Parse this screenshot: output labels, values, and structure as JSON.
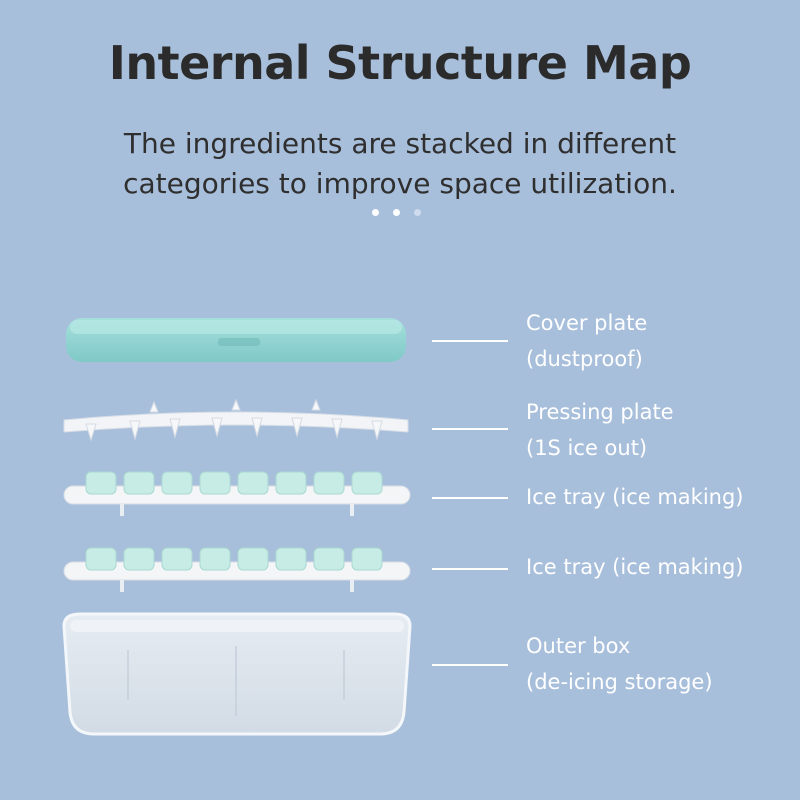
{
  "header": {
    "title": "Internal Structure Map",
    "subtitle": "The ingredients are stacked in different\ncategories to improve space utilization."
  },
  "carousel": {
    "dots": 3,
    "active_index": 2
  },
  "colors": {
    "background": "#a8bfdc",
    "title_text": "#2b2b2b",
    "label_text": "#ffffff",
    "cover_plate": "#8fd3d0",
    "ice_cubes": "#c7ece5",
    "tray": "#f3f5f7"
  },
  "parts": [
    {
      "label": "Cover plate\n(dustproof)"
    },
    {
      "label": "Pressing plate\n(1S ice out)"
    },
    {
      "label": "Ice tray (ice making)"
    },
    {
      "label": "Ice tray (ice making)"
    },
    {
      "label": "Outer box\n(de-icing storage)"
    }
  ]
}
